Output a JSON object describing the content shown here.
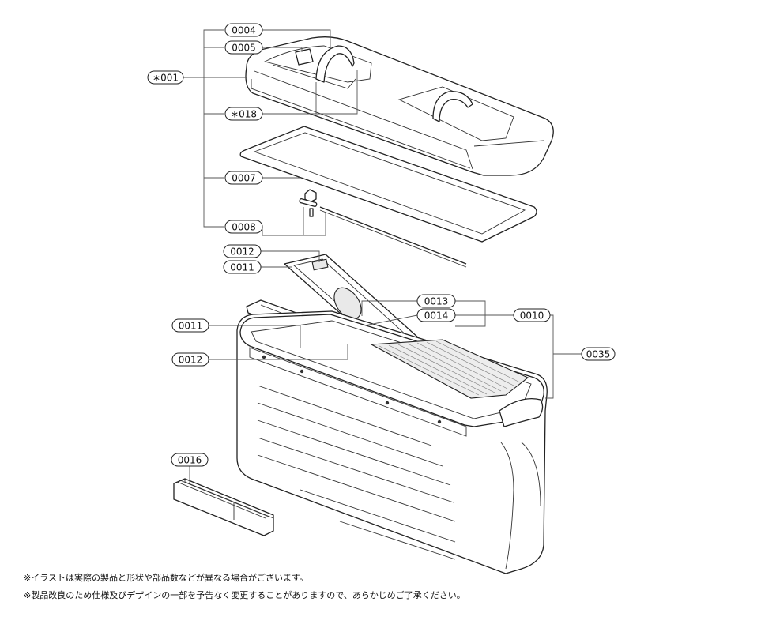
{
  "labels": {
    "p0004": "0004",
    "p0005": "0005",
    "p001": "∗001",
    "p018": "∗018",
    "p0007": "0007",
    "p0008": "0008",
    "p0012a": "0012",
    "p0011a": "0011",
    "p0013": "0013",
    "p0014": "0014",
    "p0010": "0010",
    "p0011b": "0011",
    "p0012b": "0012",
    "p0035": "0035",
    "p0016": "0016"
  },
  "notes": {
    "line1": "※イラストは実際の製品と形状や部品数などが異なる場合がございます。",
    "line2": "※製品改良のため仕様及びデザインの一部を予告なく変更することがありますので、あらかじめご了承ください。"
  }
}
